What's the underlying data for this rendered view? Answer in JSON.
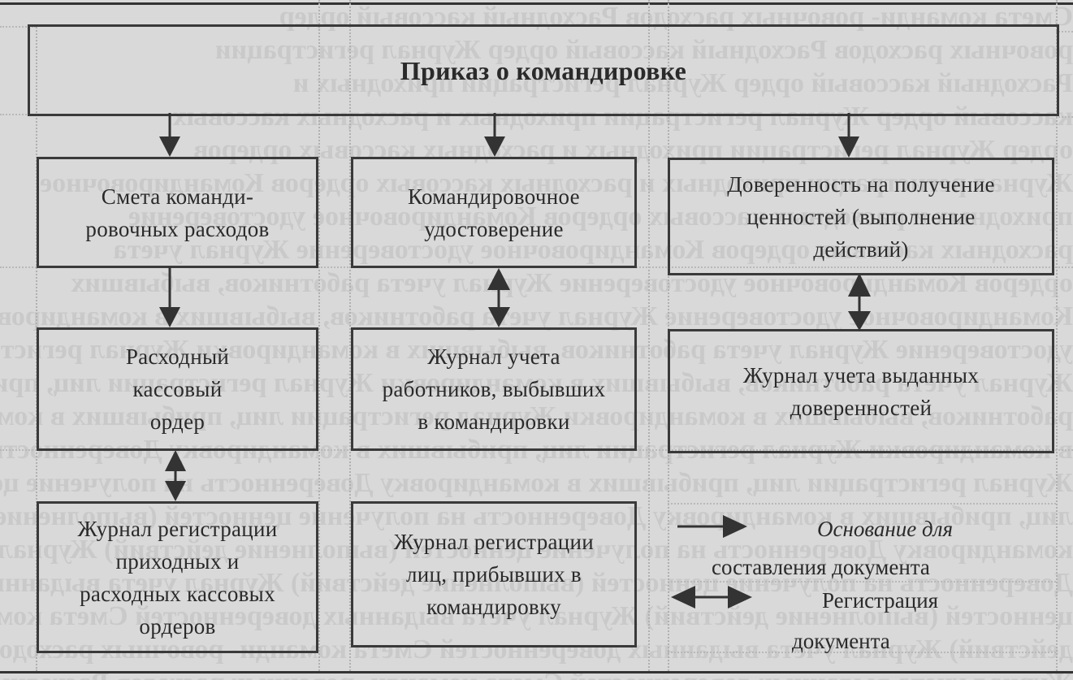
{
  "diagram": {
    "title": "Приказ о командировке",
    "columns": [
      {
        "boxes": [
          {
            "lines": [
              "Смета команди-",
              "ровочных расходов"
            ]
          },
          {
            "lines": [
              "Расходный",
              "кассовый",
              "ордер"
            ]
          },
          {
            "lines": [
              "Журнал регистрации",
              "приходных и",
              "расходных кассовых",
              "ордеров"
            ]
          }
        ]
      },
      {
        "boxes": [
          {
            "lines": [
              "Командировочное",
              "удостоверение"
            ]
          },
          {
            "lines": [
              "Журнал учета",
              "работников, выбывших",
              "в командировки"
            ]
          },
          {
            "lines": [
              "Журнал регистрации",
              "лиц, прибывших в",
              "командировку"
            ]
          }
        ]
      },
      {
        "boxes": [
          {
            "lines": [
              "Доверенность на получение",
              "ценностей (выполнение",
              "действий)"
            ]
          },
          {
            "lines": [
              "Журнал учета выданных",
              "доверенностей"
            ]
          }
        ]
      }
    ],
    "connections": [
      {
        "from": "title",
        "to": "col1-box1",
        "type": "one-way"
      },
      {
        "from": "title",
        "to": "col2-box1",
        "type": "one-way"
      },
      {
        "from": "title",
        "to": "col3-box1",
        "type": "one-way"
      },
      {
        "from": "col1-box1",
        "to": "col1-box2",
        "type": "one-way"
      },
      {
        "from": "col1-box2",
        "to": "col1-box3",
        "type": "two-way"
      },
      {
        "from": "col2-box1",
        "to": "col2-box2",
        "type": "two-way"
      },
      {
        "from": "col3-box1",
        "to": "col3-box2",
        "type": "two-way"
      }
    ],
    "legend": {
      "one_way": {
        "line1": "Основание для",
        "line2": "составления документа"
      },
      "two_way": {
        "line1": "Регистрация",
        "line2": "документа"
      }
    }
  }
}
